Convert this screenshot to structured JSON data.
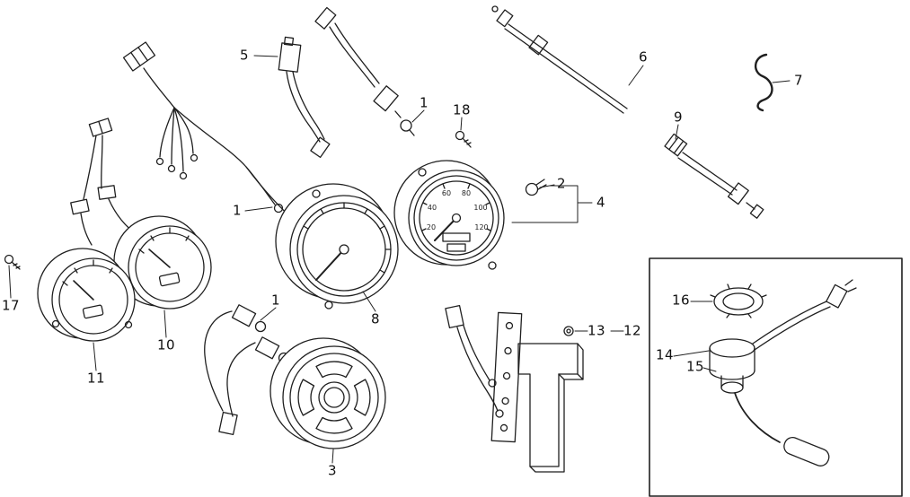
{
  "figure": {
    "background": "#ffffff",
    "ink": "#1f1f1f",
    "description_labels_total": 20
  },
  "callouts": [
    {
      "label": "5"
    },
    {
      "label": "1"
    },
    {
      "label": "18"
    },
    {
      "label": "6"
    },
    {
      "label": "7"
    },
    {
      "label": "9"
    },
    {
      "label": "2"
    },
    {
      "label": "4"
    },
    {
      "label": "1"
    },
    {
      "label": "8"
    },
    {
      "label": "17"
    },
    {
      "label": "10"
    },
    {
      "label": "11"
    },
    {
      "label": "1"
    },
    {
      "label": "3"
    },
    {
      "label": "13"
    },
    {
      "label": "12"
    },
    {
      "label": "16"
    },
    {
      "label": "14"
    },
    {
      "label": "15"
    }
  ],
  "speedometer": {
    "dial": [
      "20",
      "40",
      "60",
      "80",
      "100",
      "120"
    ]
  }
}
